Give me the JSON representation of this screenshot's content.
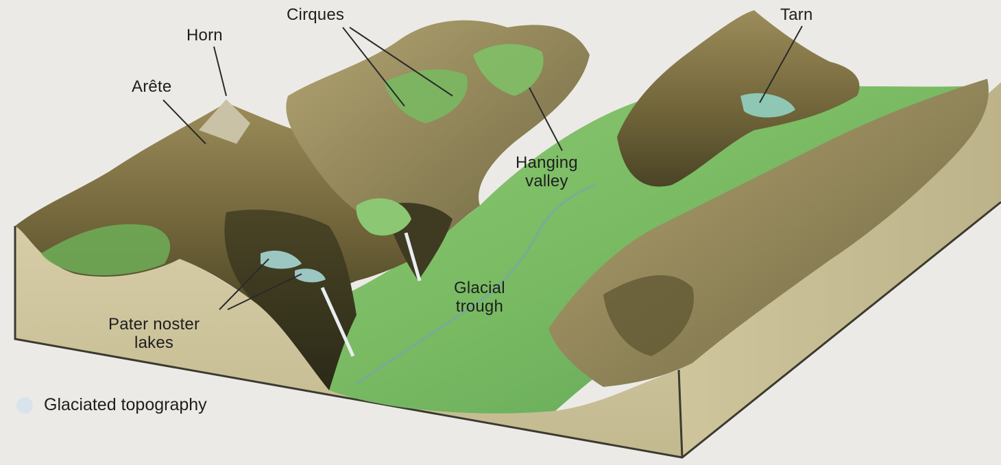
{
  "caption": "Glaciated topography",
  "labels": {
    "cirques": "Cirques",
    "horn": "Horn",
    "tarn": "Tarn",
    "arete": "Arête",
    "hanging_valley": [
      "Hanging",
      "valley"
    ],
    "glacial_trough": [
      "Glacial",
      "trough"
    ],
    "paternoster_lakes": [
      "Pater noster",
      "lakes"
    ]
  },
  "colors": {
    "background": "#eceae6",
    "bedrock_side": "#ccc39a",
    "bedrock_edge": "#3b3a30",
    "valley_green": "#7fc06a",
    "rock_brown": "#7b6c40",
    "rock_dark": "#3e3a22",
    "lake_blue": "#9cc6c2"
  }
}
